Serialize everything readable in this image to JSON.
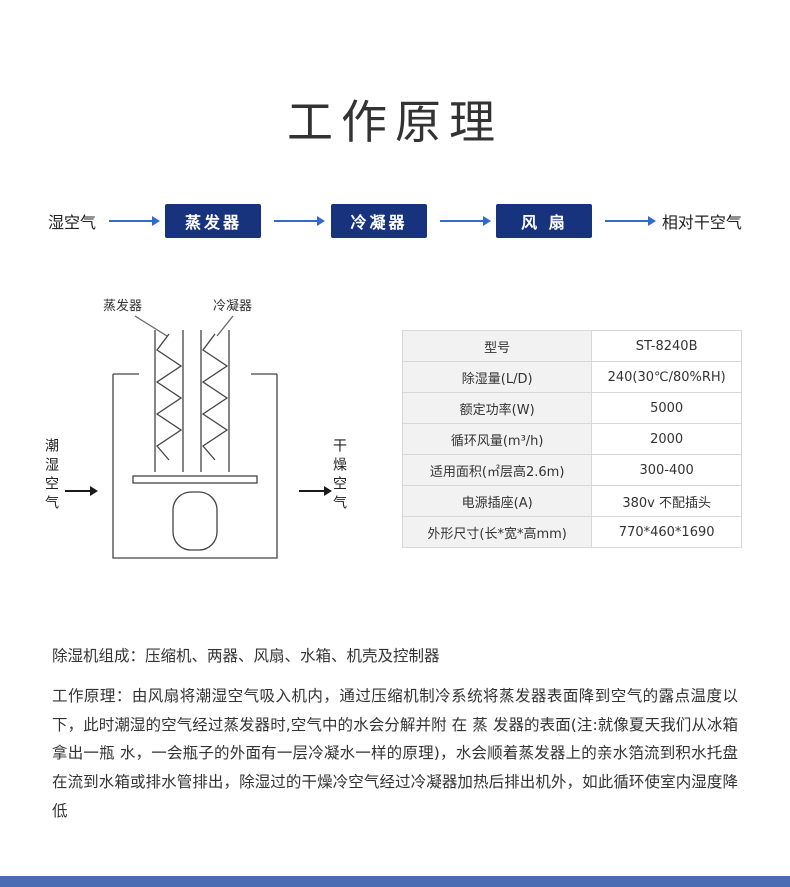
{
  "page": {
    "title": "工作原理"
  },
  "flow": {
    "start": "湿空气",
    "steps": [
      "蒸发器",
      "冷凝器",
      "风 扇"
    ],
    "end": "相对干空气"
  },
  "diagram": {
    "label_evaporator": "蒸发器",
    "label_condenser": "冷凝器",
    "label_humid_air": "潮湿空气",
    "label_dry_air": "干燥空气"
  },
  "spec_table": {
    "rows": [
      {
        "label": "型号",
        "value": "ST-8240B"
      },
      {
        "label": "除湿量(L/D)",
        "value": "240(30℃/80%RH)"
      },
      {
        "label": "额定功率(W)",
        "value": "5000"
      },
      {
        "label": "循环风量(m³/h)",
        "value": "2000"
      },
      {
        "label": "适用面积(㎡层高2.6m)",
        "value": "300-400"
      },
      {
        "label": "电源插座(A)",
        "value": "380v 不配插头"
      },
      {
        "label": "外形尺寸(长*宽*高mm)",
        "value": "770*460*1690"
      }
    ]
  },
  "description": {
    "composition": "除湿机组成：压缩机、两器、风扇、水箱、机壳及控制器",
    "principle": "工作原理：由风扇将潮湿空气吸入机内，通过压缩机制冷系统将蒸发器表面降到空气的露点温度以下，此时潮湿的空气经过蒸发器时,空气中的水会分解并附 在 蒸 发器的表面(注:就像夏天我们从冰箱拿出一瓶 水，一会瓶子的外面有一层冷凝水一样的原理)，水会顺着蒸发器上的亲水箔流到积水托盘在流到水箱或排水管排出，除湿过的干燥冷空气经过冷凝器加热后排出机外，如此循环使室内湿度降低"
  },
  "colors": {
    "accent_blue": "#17337e",
    "arrow_blue": "#2f6ad1",
    "footer_blue": "#4a6cb3"
  }
}
